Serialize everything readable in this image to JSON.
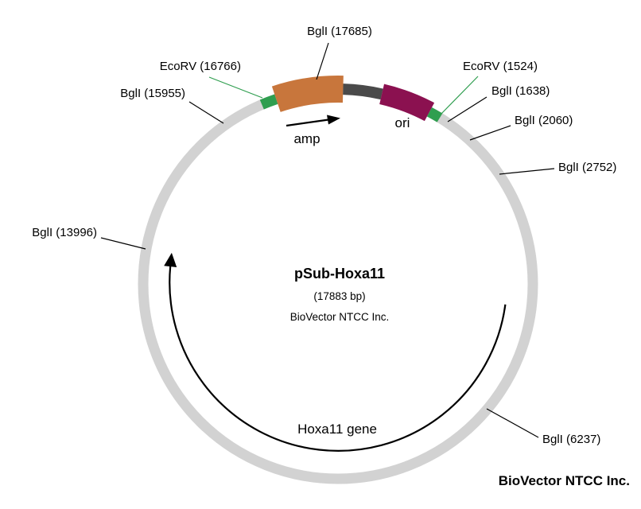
{
  "diagram": {
    "title": "pSub-Hoxa11",
    "size": "(17883 bp)",
    "company": "BioVector NTCC Inc.",
    "footer_brand": "BioVector NTCC Inc."
  },
  "features": {
    "amp_label": "amp",
    "ori_label": "ori",
    "gene_label": "Hoxa11 gene"
  },
  "sites": [
    {
      "text": "BglI (17685)"
    },
    {
      "text": "EcoRV (16766)"
    },
    {
      "text": "BglI (15955)"
    },
    {
      "text": "BglI (13996)"
    },
    {
      "text": "EcoRV (1524)"
    },
    {
      "text": "BglI (1638)"
    },
    {
      "text": "BglI (2060)"
    },
    {
      "text": "BglI (2752)"
    },
    {
      "text": "BglI (6237)"
    }
  ],
  "colors": {
    "ring": "#d2d2d2",
    "amp": "#c8763c",
    "ori": "#8b1150",
    "ecorv": "#2f9e4f",
    "linker": "#4a4a4a"
  }
}
